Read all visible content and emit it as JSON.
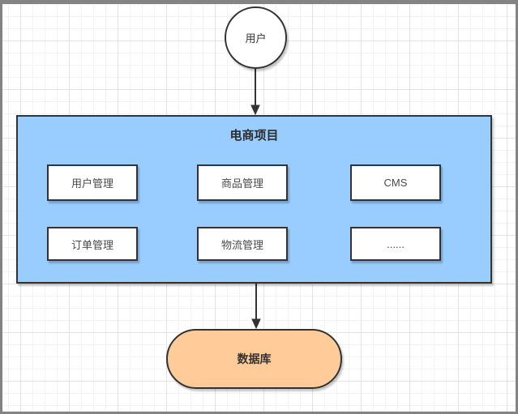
{
  "diagram": {
    "user": {
      "label": "用户"
    },
    "project": {
      "title": "电商项目",
      "modules": [
        {
          "id": "user-management",
          "label": "用户管理"
        },
        {
          "id": "product-management",
          "label": "商品管理"
        },
        {
          "id": "cms",
          "label": "CMS"
        },
        {
          "id": "order-management",
          "label": "订单管理"
        },
        {
          "id": "logistics-management",
          "label": "物流管理"
        },
        {
          "id": "more",
          "label": "......"
        }
      ]
    },
    "database": {
      "label": "数据库"
    },
    "colors": {
      "project_fill": "#99CCFF",
      "database_fill": "#FFCC99",
      "module_fill": "#FFFFFF",
      "node_border": "#333333",
      "arrow": "#333333",
      "frame_border": "#838383"
    }
  }
}
